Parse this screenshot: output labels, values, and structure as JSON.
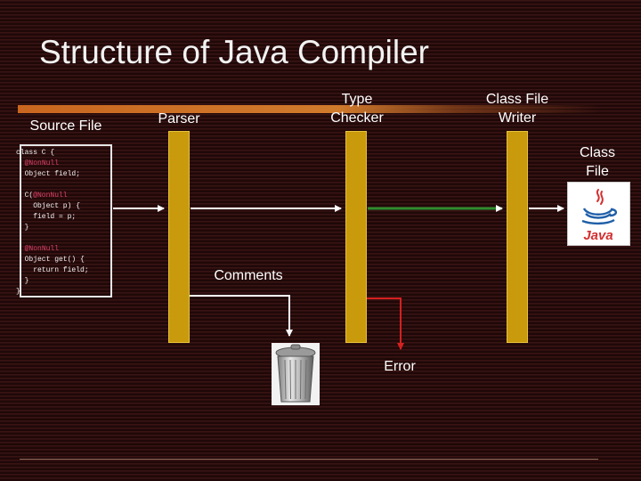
{
  "title": "Structure of Java Compiler",
  "labels": {
    "source_file": "Source File",
    "parser": "Parser",
    "type_checker_line1": "Type",
    "type_checker_line2": "Checker",
    "class_file_writer_line1": "Class File",
    "class_file_writer_line2": "Writer",
    "class_file_line1": "Class",
    "class_file_line2": "File",
    "comments": "Comments",
    "error": "Error"
  },
  "code_lines": [
    {
      "text": "class C {",
      "annotation": ""
    },
    {
      "text": "  ",
      "annotation": "@NonNull"
    },
    {
      "text": "  Object field;",
      "annotation": ""
    },
    {
      "text": "",
      "annotation": ""
    },
    {
      "text": "  C(",
      "annotation": "@NonNull",
      "rest": ""
    },
    {
      "text": "    Object p) {",
      "annotation": ""
    },
    {
      "text": "    field = p;",
      "annotation": ""
    },
    {
      "text": "  }",
      "annotation": ""
    },
    {
      "text": "",
      "annotation": ""
    },
    {
      "text": "  ",
      "annotation": "@NonNull"
    },
    {
      "text": "  Object get() {",
      "annotation": ""
    },
    {
      "text": "    return field;",
      "annotation": ""
    },
    {
      "text": "  }",
      "annotation": ""
    },
    {
      "text": "}",
      "annotation": ""
    }
  ],
  "colors": {
    "stage_bar": "#c89a0c",
    "arrow_normal": "#ffffff",
    "arrow_checked": "#2e8b2e",
    "arrow_error": "#d42020",
    "java_logo_red": "#d32f2f",
    "java_logo_blue": "#1f5fa8"
  },
  "icons": {
    "class_file": "java-logo-icon",
    "comments_sink": "trash-can-icon"
  },
  "java_logo_text": "Java"
}
